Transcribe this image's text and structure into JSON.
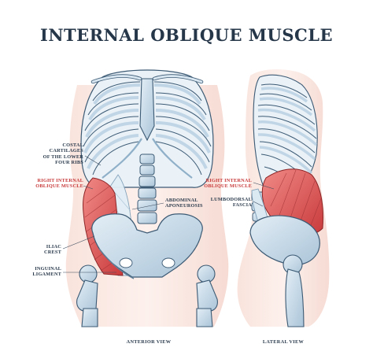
{
  "title": "INTERNAL OBLIQUE MUSCLE",
  "labels": {
    "costal": [
      "COSTAL",
      "CARTILAGES",
      "OF THE LOWER",
      "FOUR RIBS"
    ],
    "right_io_anterior": [
      "RIGHT INTERNAL",
      "OBLIQUE MUSCLE"
    ],
    "abdominal": [
      "ABDOMINAL",
      "APONEUROSIS"
    ],
    "iliac": [
      "ILIAC",
      "CREST"
    ],
    "inguinal": [
      "INGUINAL",
      "LIGAMENT"
    ],
    "right_io_lateral": [
      "RIGHT INTERNAL",
      "OBLIQUE MUSCLE"
    ],
    "lumbodorsal": [
      "LUMBODORSAL",
      "FASCIA"
    ]
  },
  "captions": {
    "anterior": "ANTERIOR VIEW",
    "lateral": "LATERAL VIEW"
  },
  "colors": {
    "title": "#26374a",
    "bone": "#c9dbe8",
    "bone_outline": "#3c5a74",
    "muscle": "#d9484a",
    "skin": "#f7ddd6",
    "accent_label": "#c8393a"
  }
}
